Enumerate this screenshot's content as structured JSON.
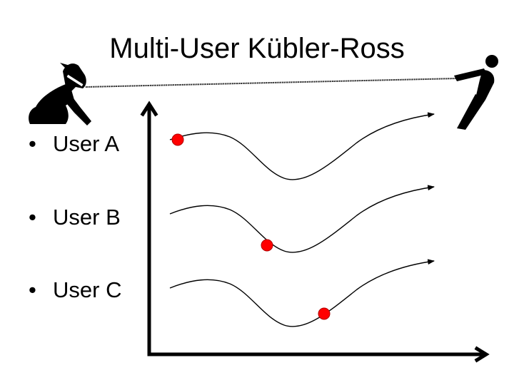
{
  "slide": {
    "title": "Multi-User Kübler-Ross",
    "bullet_marker": "•",
    "bullets": [
      {
        "label": "User A"
      },
      {
        "label": "User B"
      },
      {
        "label": "User C"
      }
    ]
  },
  "icons": {
    "left": "sitting-dog-on-leash-icon",
    "right": "person-pulling-leash-icon"
  },
  "colors": {
    "marker": "#ff0000",
    "marker_outline": "#b00000",
    "ink": "#000000"
  }
}
